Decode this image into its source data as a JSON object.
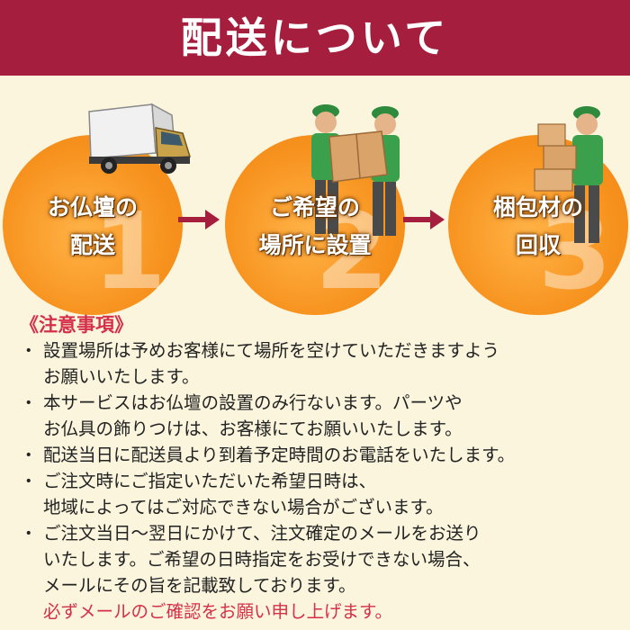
{
  "banner": {
    "title": "配送について"
  },
  "steps": [
    {
      "line1": "お仏壇の",
      "line2": "配送",
      "number": "1",
      "illustration": "delivery-truck-illustration"
    },
    {
      "line1": "ご希望の",
      "line2": "場所に設置",
      "number": "2",
      "illustration": "movers-carrying-box-illustration"
    },
    {
      "line1": "梱包材の",
      "line2": "回収",
      "number": "3",
      "illustration": "worker-carrying-boxes-illustration"
    }
  ],
  "notes": {
    "heading": "《注意事項》",
    "items": [
      {
        "lines": [
          "設置場所は予めお客様にて場所を空けていただきますよう",
          "お願いいたします。"
        ]
      },
      {
        "lines": [
          "本サービスはお仏壇の設置のみ行ないます。パーツや",
          "お仏具の飾りつけは、お客様にてお願いいたします。"
        ]
      },
      {
        "lines": [
          "配送当日に配送員より到着予定時間のお電話をいたします。"
        ]
      },
      {
        "lines": [
          "ご注文時にご指定いただいた希望日時は、",
          "地域によってはご対応できない場合がございます。"
        ]
      },
      {
        "lines": [
          "ご注文当日〜翌日にかけて、注文確定のメールをお送り",
          "いたします。ご希望の日時指定をお受けできない場合、",
          "メールにその旨を記載致しております。"
        ],
        "highlight": "必ずメールのご確認をお願い申し上げます。"
      }
    ]
  },
  "colors": {
    "banner": "#a61e3d",
    "circle": "#f7921e",
    "accent_red": "#d5304a",
    "background": "#fbf5dd"
  }
}
